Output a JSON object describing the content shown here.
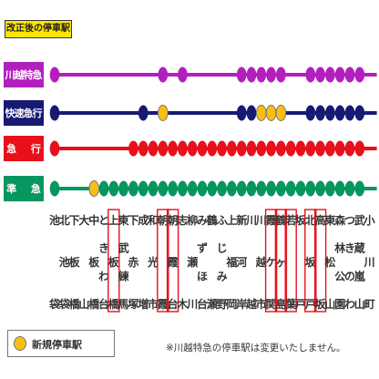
{
  "title": "改正後の停車駅",
  "colors": {
    "kawagoe": "#b31fbf",
    "kaisoku": "#161a73",
    "kyuko": "#e8101a",
    "junkyu": "#089660",
    "new_stop": "#f7be13",
    "box": "#e8101a"
  },
  "services": [
    {
      "label": "川越特急",
      "color": "#b31fbf",
      "stops": [
        0,
        11,
        13,
        19,
        20,
        21,
        22,
        23,
        26,
        27,
        28,
        29,
        30,
        31
      ],
      "new_stops": []
    },
    {
      "label": "快速急行",
      "color": "#161a73",
      "stops": [
        0,
        9,
        11,
        19,
        20,
        21,
        22,
        23,
        26,
        27,
        28,
        29,
        30,
        31
      ],
      "new_stops": [
        11,
        21,
        22,
        23
      ]
    },
    {
      "label": "急　行",
      "color": "#e8101a",
      "stops": [
        0,
        8,
        9,
        10,
        11,
        12,
        13,
        14,
        15,
        16,
        17,
        18,
        19,
        20,
        21,
        22,
        23,
        24,
        25,
        26,
        27,
        28,
        29,
        30,
        31
      ],
      "new_stops": []
    },
    {
      "label": "準　急",
      "color": "#089660",
      "stops": [
        0,
        4,
        5,
        6,
        7,
        8,
        9,
        10,
        11,
        12,
        13,
        14,
        15,
        16,
        17,
        18,
        19,
        20,
        21,
        22,
        23,
        24,
        25,
        26,
        27,
        28,
        29,
        30,
        31
      ],
      "new_stops": [
        4
      ]
    }
  ],
  "stations": [
    "池袋",
    "北池袋",
    "下板橋",
    "大山",
    "中板橋",
    "ときわ台",
    "上板橋",
    "東武練馬",
    "下赤塚",
    "成増",
    "和光市",
    "朝霞",
    "朝霞台",
    "志木",
    "柳瀬川",
    "みずほ台",
    "鶴瀬",
    "ふじみ野",
    "上福岡",
    "新河岸",
    "川越",
    "川越市",
    "霞ケ関",
    "鶴ヶ島",
    "若葉",
    "坂戸",
    "北坂戸",
    "高坂",
    "東松山",
    "森林公園",
    "つきのわ",
    "武蔵嵐山",
    "小川町"
  ],
  "boxed_stations": [
    6,
    11,
    12,
    22,
    23,
    24,
    26,
    27
  ],
  "legend": {
    "new_stop_label": "新規停車駅"
  },
  "note": "※川越特急の停車駅は変更いたしません。"
}
